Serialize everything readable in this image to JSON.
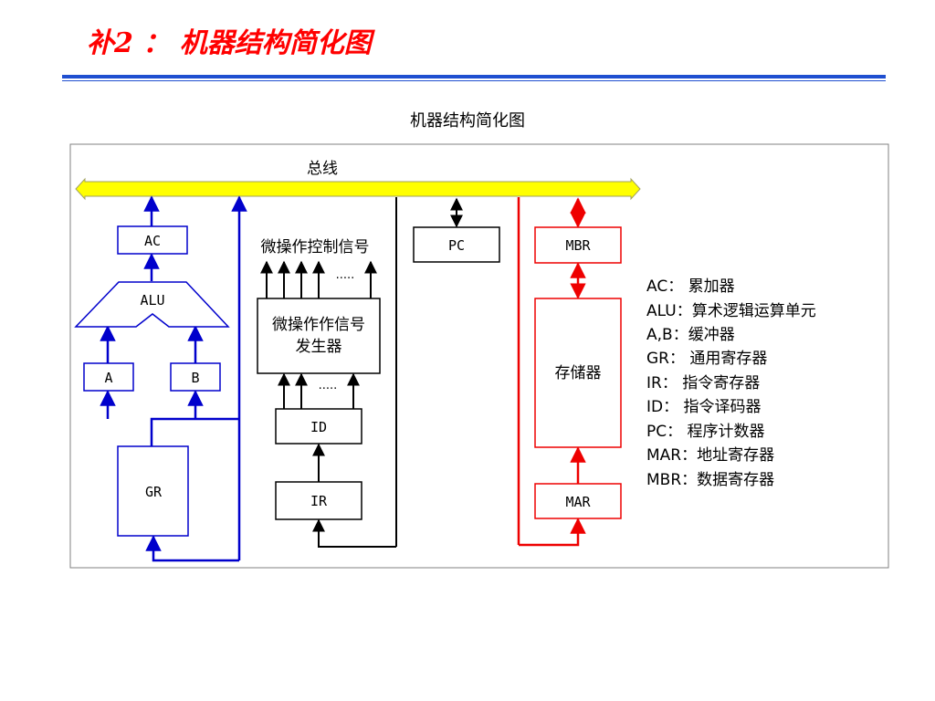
{
  "slide": {
    "title": "补2 ： 机器结构简化图"
  },
  "diagram": {
    "caption": "机器结构简化图",
    "bus_label": "总线",
    "blocks": {
      "ac": "AC",
      "alu": "ALU",
      "a": "A",
      "b": "B",
      "gr": "GR",
      "micro_signal_label": "微操作控制信号",
      "micro_gen_line1": "微操作作信号",
      "micro_gen_line2": "发生器",
      "id": "ID",
      "ir": "IR",
      "pc": "PC",
      "mbr": "MBR",
      "memory": "存储器",
      "mar": "MAR",
      "dots_top": "·····",
      "dots_bottom": "·····"
    },
    "legend": [
      "AC：  累加器",
      "ALU：算术逻辑运算单元",
      "A,B：缓冲器",
      "GR：  通用寄存器",
      "IR：  指令寄存器",
      "ID：  指令译码器",
      "PC：  程序计数器",
      "MAR：地址寄存器",
      "MBR：数据寄存器"
    ],
    "colors": {
      "bus_fill": "#ffff00",
      "blue_path": "#0000cc",
      "red_path": "#ee0000",
      "black_path": "#000000"
    }
  }
}
